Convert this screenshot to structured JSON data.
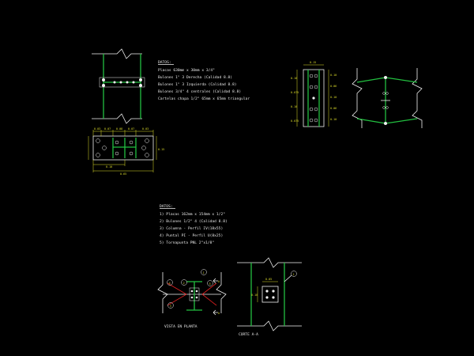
{
  "notes_1": {
    "heading": "DATOS:",
    "lines": [
      "Placas 630mm x 30mm x 3/4\"",
      "Bulones 1\" 3 Derecha (Calidad 8.8)",
      "Bulones 1\" 3 Izquierda (Calidad 8.8)",
      "Bulones 3/4\"  4 centrales (Calidad 8.8)",
      "Cartelas chapa 1/2\" 65mm x 65mm triangular"
    ]
  },
  "notes_2": {
    "heading": "DATOS:",
    "lines": [
      "1) Placas 162mm x 154mm x 1/2\"",
      "2) Bulones 1/2\" 4 (Calidad 8.8)",
      "3) Columna - Perfil IV(18x55)",
      "4) Puntal PI - Perfil U(8x25)",
      "5) Tornapunta PNL 2\"x1/8\""
    ]
  },
  "labels": {
    "plan_view": "VISTA EN PLANTA",
    "section_view": "CORTE A-A",
    "section_mark": "A"
  },
  "callouts": [
    "1",
    "2",
    "3",
    "4",
    "5"
  ],
  "plate_dims": {
    "top": [
      "0.03",
      "0.07",
      "0.08",
      "0.07",
      "0.03"
    ],
    "bottom": [
      "0.10",
      "0.65"
    ],
    "right": "0.15"
  },
  "elev_dims": {
    "width": "0.15",
    "left": [
      "0.10",
      "0.075",
      "0.10",
      "0.075"
    ],
    "right": [
      "0.10",
      "0.06",
      "0.10",
      "0.06",
      "0.10"
    ]
  },
  "section_dims": [
    "0.05",
    "0.10"
  ],
  "colors": {
    "background": "#000000",
    "steel": "#22c040",
    "lines": "#f2f2f2",
    "dimensions": "#dede2a",
    "stiffeners": "#e02020"
  }
}
